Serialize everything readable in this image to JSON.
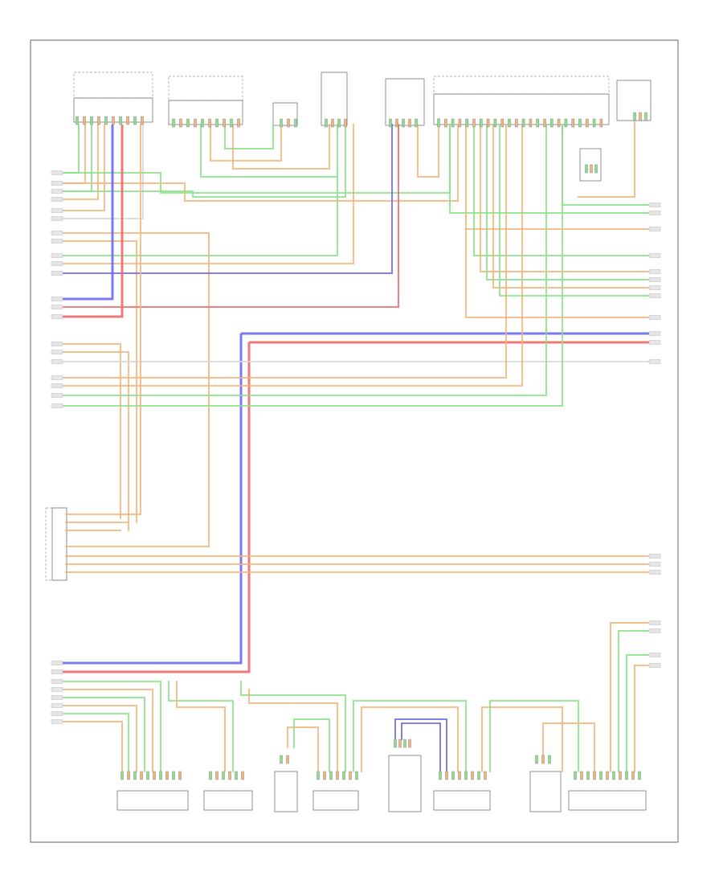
{
  "diagram": {
    "footer_code": "",
    "colors": {
      "green": "#8be28b",
      "orange": "#f5b47a",
      "blue": "#6a6af0",
      "red": "#f06a6a",
      "light": "#d8d8d8",
      "frame": "#666666"
    },
    "top_connectors": [
      {
        "id": "c1",
        "label": ""
      },
      {
        "id": "c2",
        "label": ""
      },
      {
        "id": "c3",
        "label": ""
      },
      {
        "id": "c4",
        "label": ""
      },
      {
        "id": "c5",
        "label": ""
      },
      {
        "id": "c6",
        "label": ""
      },
      {
        "id": "c7",
        "label": ""
      }
    ],
    "bottom_components": [
      {
        "id": "b1",
        "label": ""
      },
      {
        "id": "b2",
        "label": ""
      },
      {
        "id": "b3",
        "label": ""
      },
      {
        "id": "b4",
        "label": ""
      },
      {
        "id": "b5",
        "label": ""
      },
      {
        "id": "b6",
        "label": ""
      },
      {
        "id": "b7",
        "label": ""
      },
      {
        "id": "b8",
        "label": ""
      }
    ],
    "left_module": {
      "label": ""
    }
  }
}
